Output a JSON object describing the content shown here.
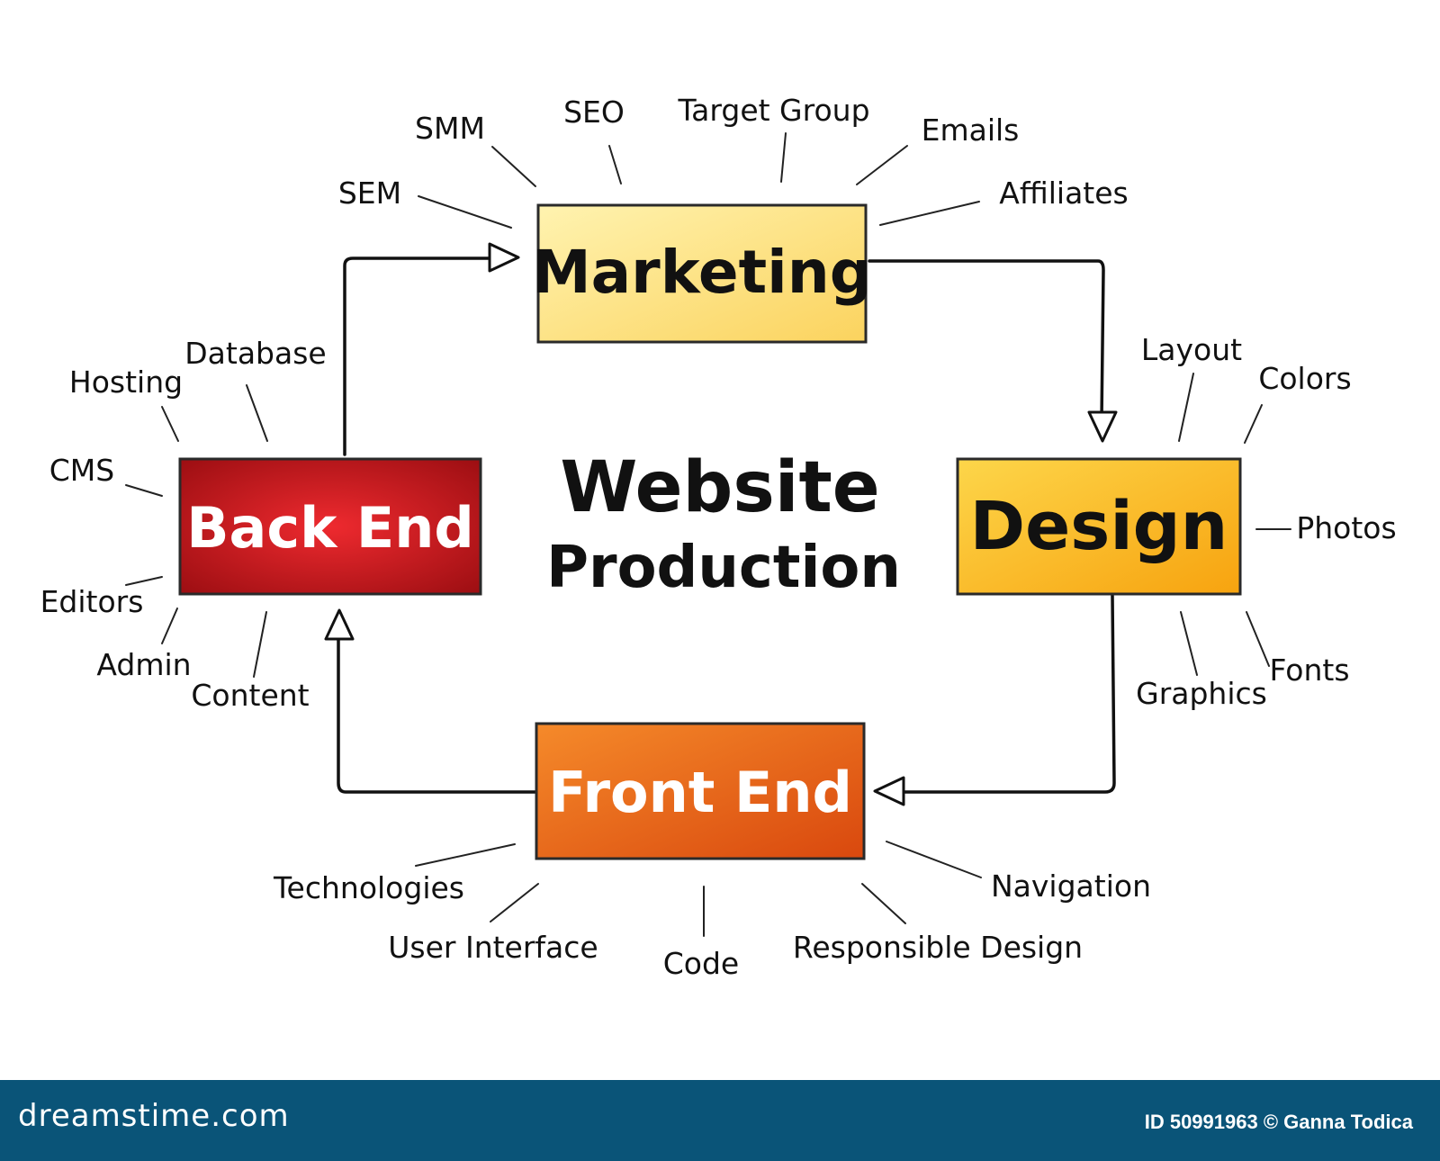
{
  "center": {
    "line1": "Website",
    "line2": "Production"
  },
  "nodes": {
    "marketing": {
      "label": "Marketing",
      "fill": "#fde07a",
      "text_color": "#111111"
    },
    "design": {
      "label": "Design",
      "fill": "#fcbf1e",
      "text_color": "#111111"
    },
    "front_end": {
      "label": "Front End",
      "fill": "#ea6a1c",
      "text_color": "#ffffff"
    },
    "back_end": {
      "label": "Back End",
      "fill": "#c8161d",
      "text_color": "#ffffff"
    }
  },
  "branches": {
    "marketing": [
      "SEO",
      "SMM",
      "Target Group",
      "Emails",
      "SEM",
      "Affiliates"
    ],
    "design": [
      "Layout",
      "Colors",
      "Photos",
      "Fonts",
      "Graphics"
    ],
    "front_end": [
      "Technologies",
      "User Interface",
      "Code",
      "Responsible Design",
      "Navigation"
    ],
    "back_end": [
      "Database",
      "Hosting",
      "CMS",
      "Editors",
      "Admin",
      "Content"
    ]
  },
  "flow": [
    "Marketing",
    "Design",
    "Front End",
    "Back End"
  ],
  "footer": {
    "brand": "dreamstime.com",
    "credit": "ID 50991963 © Ganna Todica",
    "background": "#0a5478"
  }
}
